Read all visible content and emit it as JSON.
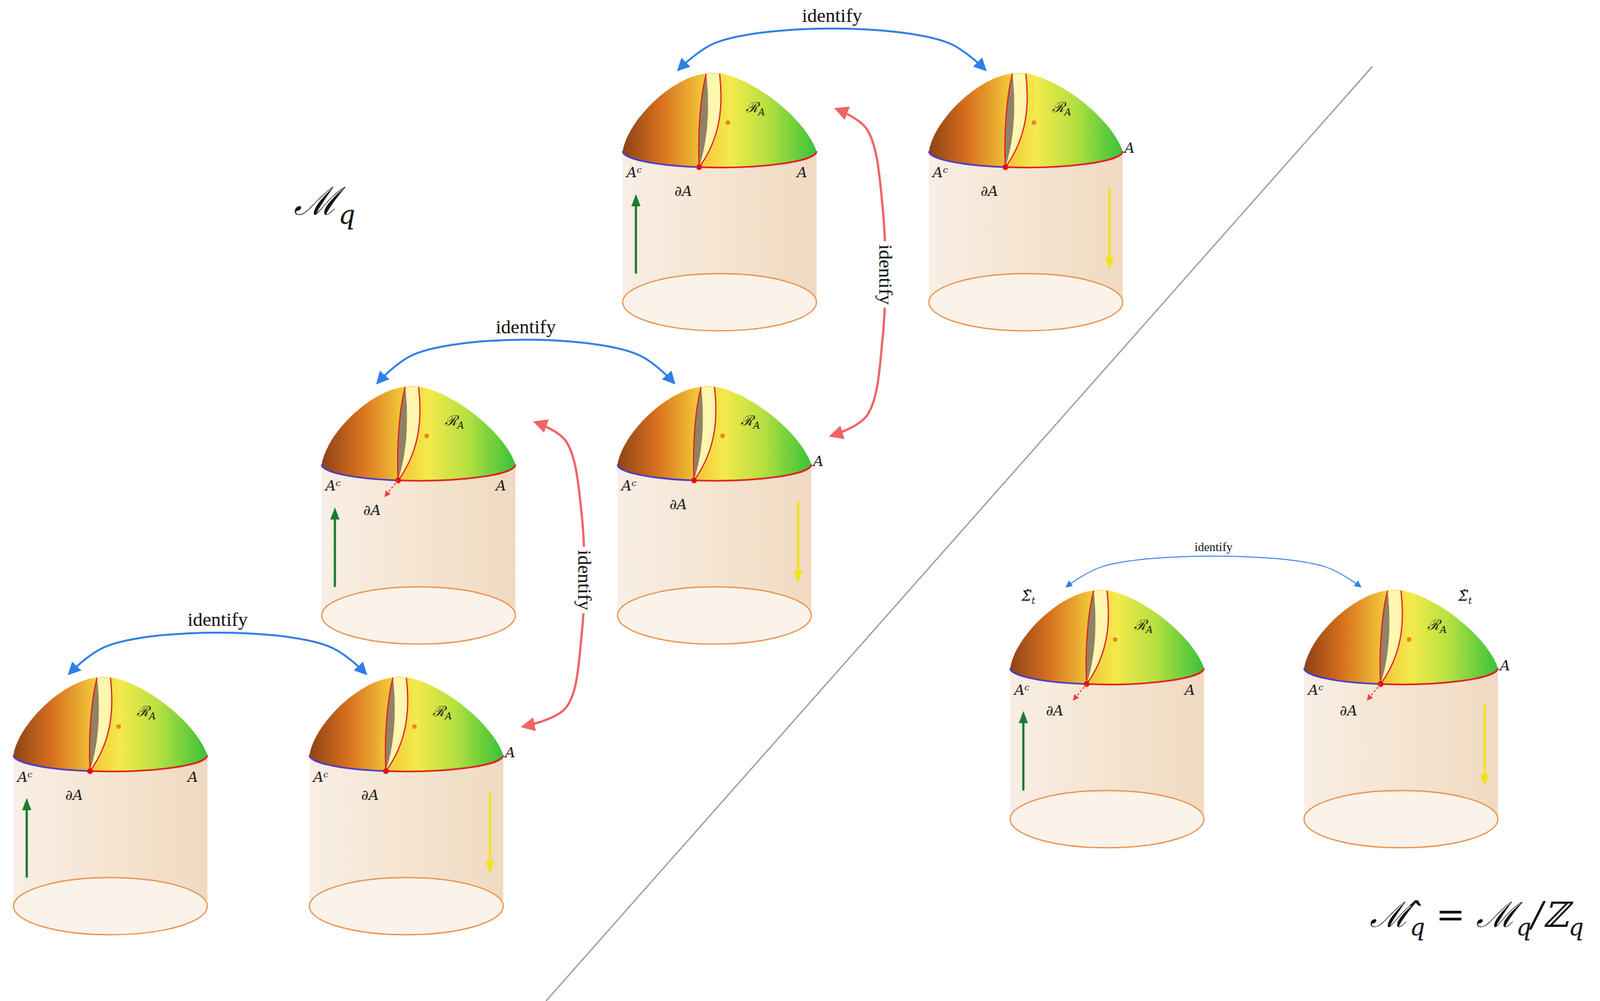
{
  "diagram": {
    "nodes": [
      {
        "text": [
          "ℛA",
          "Aᶜ",
          "∂A",
          "A"
        ]
      },
      {
        "text": [
          "ℛA",
          "Aᶜ",
          "∂A",
          "A"
        ]
      },
      {
        "text": [
          "ℛA",
          "Aᶜ",
          "∂A",
          "A"
        ]
      },
      {
        "text": [
          "ℛA",
          "Aᶜ",
          "∂A",
          "A"
        ]
      },
      {
        "text": [
          "ℛA",
          "Aᶜ",
          "∂A",
          "A"
        ]
      },
      {
        "text": [
          "ℛA",
          "Aᶜ",
          "∂A",
          "A"
        ]
      },
      {
        "text": [
          "Σ̃t",
          "ℛA",
          "Aᶜ",
          "A",
          "∂A"
        ]
      },
      {
        "text": [
          "Σ̃t",
          "ℛA",
          "Aᶜ",
          "A",
          "∂A"
        ]
      }
    ],
    "edges": [
      {
        "from": 0,
        "to": 1,
        "label": "identify",
        "arrow": "both"
      },
      {
        "from": 0,
        "to": 3,
        "label": "identify",
        "arrow": "both"
      },
      {
        "from": 2,
        "to": 3,
        "label": "identify",
        "arrow": "both"
      },
      {
        "from": 2,
        "to": 5,
        "label": "identify",
        "arrow": "both"
      },
      {
        "from": 4,
        "to": 5,
        "label": "identify",
        "arrow": "both"
      },
      {
        "from": 6,
        "to": 7,
        "label": "identify",
        "arrow": "both"
      }
    ],
    "labels": [
      "ℳq",
      "ℳ̂q = ℳq/ℤq"
    ]
  }
}
